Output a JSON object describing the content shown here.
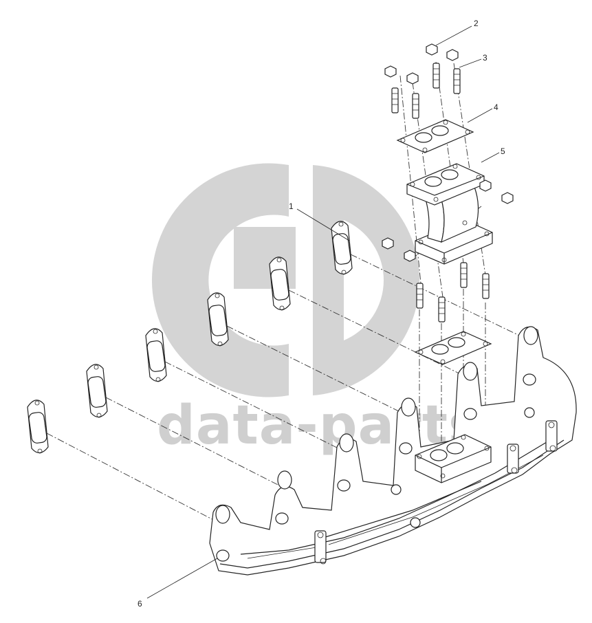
{
  "diagram": {
    "callouts": [
      {
        "id": "1",
        "label": "1"
      },
      {
        "id": "2",
        "label": "2"
      },
      {
        "id": "3",
        "label": "3"
      },
      {
        "id": "4",
        "label": "4"
      },
      {
        "id": "5",
        "label": "5"
      },
      {
        "id": "6",
        "label": "6"
      }
    ]
  },
  "watermark": {
    "text": "data-parts",
    "color": "#cfcfcf",
    "icon": "dp-logo-icon"
  }
}
